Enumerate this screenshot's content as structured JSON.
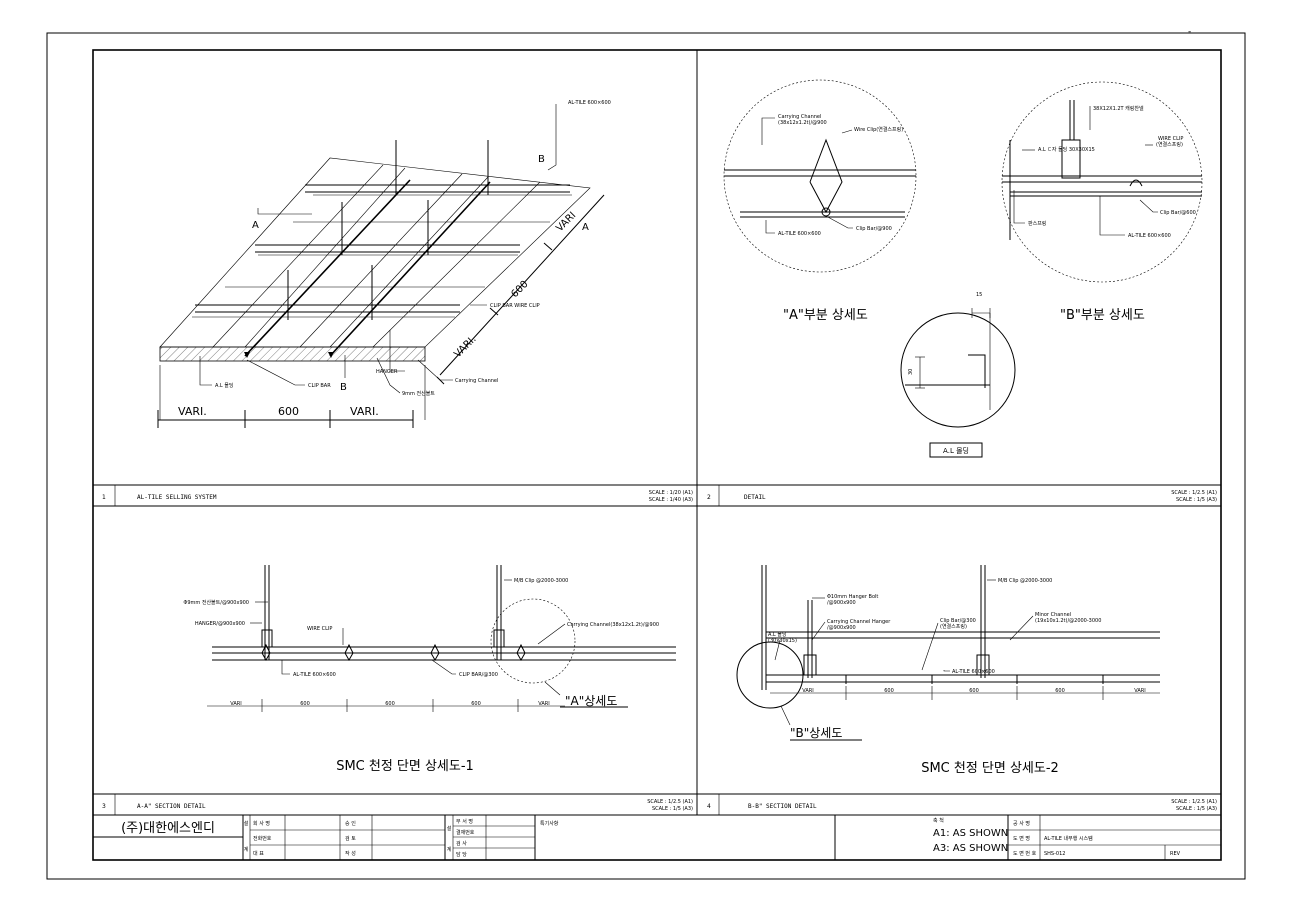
{
  "corner_mark": "-",
  "panel1": {
    "labels": {
      "al_tile": "AL-TILE 600×600",
      "vari": "VARI",
      "six": "600",
      "vari_dot": "VARI.",
      "a": "A",
      "b": "B",
      "clip_bar_wire_clip": "CLIP BAR WIRE CLIP",
      "hanger": "HANGER",
      "bolt": "9mm 전산볼트",
      "clip_bar": "CLIP BAR",
      "al_molding": "A.L 몰딩",
      "carrying_channel": "Carrying Channel",
      "dim_vari_1": "VARI.",
      "dim_600": "600",
      "dim_vari_2": "VARI."
    },
    "title_no": "1",
    "title": "AL-TILE SELLING SYSTEM",
    "scale_1": "SCALE : 1/20 (A1)",
    "scale_2": "SCALE : 1/40 (A3)"
  },
  "panel2": {
    "a_labels": {
      "carrying_channel": "Carrying Channel",
      "carrying_channel_spec": "(38x12x1.2t)/@900",
      "wire_clip": "Wire Clip(연결스프링)",
      "al_tile": "AL-TILE 600×600",
      "clip_bar": "Clip Bar/@900"
    },
    "a_title": "\"A\"부분 상세도",
    "b_labels": {
      "channel": "38X12X1.2T 캐링찬넬",
      "al_bar": "A.L ㄷ자 몰딩 30X30X15",
      "wire_clip": "WIRE CLIP",
      "wire_clip_2": "(연결스프링)",
      "spring": "판스프링",
      "clip_bar": "Clip Bar/@600",
      "al_tile": "AL-TILE 600×600"
    },
    "b_title": "\"B\"부분 상세도",
    "c_labels": {
      "w": "15",
      "h": "30"
    },
    "c_title": "A.L 몰딩",
    "title_no": "2",
    "title": "DETAIL",
    "scale_1": "SCALE : 1/2.5 (A1)",
    "scale_2": "SCALE : 1/5   (A3)"
  },
  "panel3": {
    "labels": {
      "bolt": "Φ9mm 전산볼트/@900x900",
      "hanger": "HANGER/@900x900",
      "wire_clip": "WIRE CLIP",
      "mb_clip": "M/B Clip @2000-3000",
      "carrying_channel": "Carrying Channel(38x12x1.2t)/@900",
      "al_tile": "AL-TILE 600×600",
      "clip_bar": "CLIP BAR/@300",
      "callout": "\"A\"상세도"
    },
    "dims": [
      "VARI",
      "600",
      "600",
      "600",
      "VARI"
    ],
    "caption": "SMC 천정 단면 상세도-1",
    "title_no": "3",
    "title": "A-A\" SECTION DETAIL",
    "scale_1": "SCALE : 1/2.5 (A1)",
    "scale_2": "SCALE : 1/5   (A3)"
  },
  "panel4": {
    "labels": {
      "bolt": "Φ10mm Hanger Bolt",
      "bolt_2": "/@900x900",
      "carrying_hanger": "Carrying Channel Hanger",
      "carrying_hanger_2": "/@900x900",
      "clip_bar": "Clip Bar/@300",
      "clip_bar_2": "(연결스프링)",
      "mb_clip": "M/B Clip @2000-3000",
      "minor_channel": "Minor Channel",
      "minor_channel_2": "(19x10x1.2t)/@2000-3000",
      "al_tile": "AL-TILE 600×600",
      "al_molding": "A.L 몰딩",
      "al_molding_2": "(30x30x15)",
      "callout": "\"B\"상세도"
    },
    "dims": [
      "VARI",
      "600",
      "600",
      "600",
      "VARI"
    ],
    "caption": "SMC 천정 단면 상세도-2",
    "title_no": "4",
    "title": "B-B\" SECTION DETAIL",
    "scale_1": "SCALE : 1/2.5 (A1)",
    "scale_2": "SCALE : 1/5   (A3)"
  },
  "title_block": {
    "company": "(주)대한에스엔디",
    "side_1": "설",
    "side_2": "계",
    "col1": [
      "회 사 명",
      "전화번호",
      "대    표"
    ],
    "col2": [
      "승    인",
      "검    토",
      "작    성"
    ],
    "side_3": "설",
    "side_4": "계",
    "col3": [
      "부 서 명",
      "결재번호",
      "검    사",
      "담    당"
    ],
    "remarks": "특기사항",
    "scale_label": "축 척",
    "scale_a1": "A1: AS SHOWN",
    "scale_a3": "A3: AS SHOWN",
    "row_labels": [
      "공 사 명",
      "도 면 명",
      "도 면 번 호"
    ],
    "drawing_name": "AL-TILE 내부행 시스템",
    "drawing_no": "SHS-012",
    "rev": "REV"
  }
}
